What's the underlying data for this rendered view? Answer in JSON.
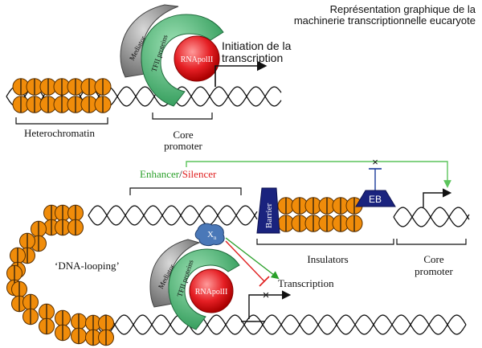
{
  "caption": {
    "line1": "Représentation graphique de la",
    "line2": "machinerie transcriptionnelle eucaryote"
  },
  "labels": {
    "mediator": "Mediator",
    "tfii": "TFII proteins",
    "rnapol": "RNApolII",
    "initiation_line1": "Initiation de la",
    "initiation_line2": "transcription",
    "heterochromatin": "Heterochromatin",
    "core_line1": "Core",
    "core_line2": "promoter",
    "enhancer": "Enhancer",
    "slash": "/",
    "silencer": "Silencer",
    "barrier": "Barrier",
    "eb": "EB",
    "dna_looping": "‘DNA-looping’",
    "xn": "X",
    "xn_sub": "n",
    "transcription": "Transcription",
    "insulators": "Insulators"
  },
  "colors": {
    "nucleosome": "#f08c0a",
    "nucleosome_edge": "#5a3000",
    "mediator": "#8c8c8c",
    "tfii": "#35a862",
    "rnapol": "#e51f24",
    "insulator": "#1a237e",
    "xn": "#4a78b8",
    "enhancer_text": "#2aa02a",
    "silencer_text": "#e02020",
    "green_line": "#5cc45c",
    "red_line": "#e02020",
    "blue_line": "#1a3a9a"
  }
}
